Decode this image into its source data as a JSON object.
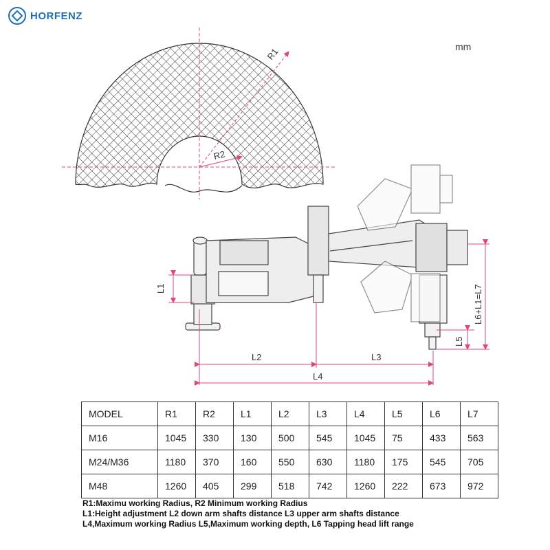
{
  "brand": {
    "name": "HORFENZ",
    "color": "#1d6fb8"
  },
  "unit": "mm",
  "dimension_labels": {
    "r1": "R1",
    "r2": "R2",
    "l1": "L1",
    "l2": "L2",
    "l3": "L3",
    "l4": "L4",
    "l5": "L5",
    "l6l1l7": "L6+L1=L7"
  },
  "dimension_color": "#e0457b",
  "table": {
    "headers": [
      "MODEL",
      "R1",
      "R2",
      "L1",
      "L2",
      "L3",
      "L4",
      "L5",
      "L6",
      "L7"
    ],
    "rows": [
      [
        "M16",
        "1045",
        "330",
        "130",
        "500",
        "545",
        "1045",
        "75",
        "433",
        "563"
      ],
      [
        "M24/M36",
        "1180",
        "370",
        "160",
        "550",
        "630",
        "1180",
        "175",
        "545",
        "705"
      ],
      [
        "M48",
        "1260",
        "405",
        "299",
        "518",
        "742",
        "1260",
        "222",
        "673",
        "972"
      ]
    ]
  },
  "notes": [
    "R1:Maximu working Radius, R2 Minimum working Radius",
    "L1:Height adjustment L2 down arm shafts distance   L3 upper arm shafts distance",
    "L4,Maximum working Radius L5,Maximum working depth, L6 Tapping head lift range"
  ]
}
